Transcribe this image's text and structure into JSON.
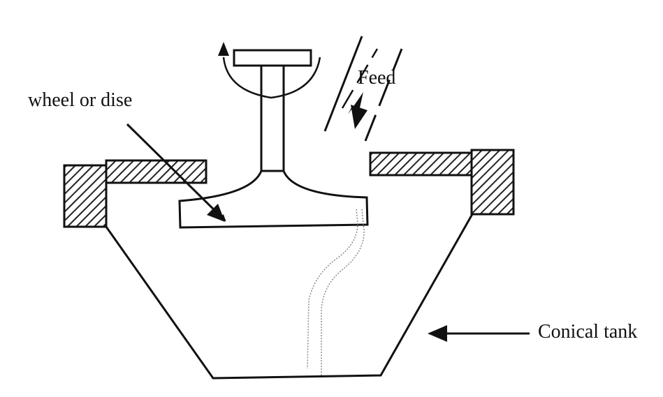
{
  "labels": {
    "wheel": "wheel or dise",
    "feed": "Feed",
    "tank": "Conical tank"
  },
  "colors": {
    "ink": "#111111",
    "background": "#ffffff",
    "hatch": "#222222",
    "stream": "#9a9a9a"
  }
}
